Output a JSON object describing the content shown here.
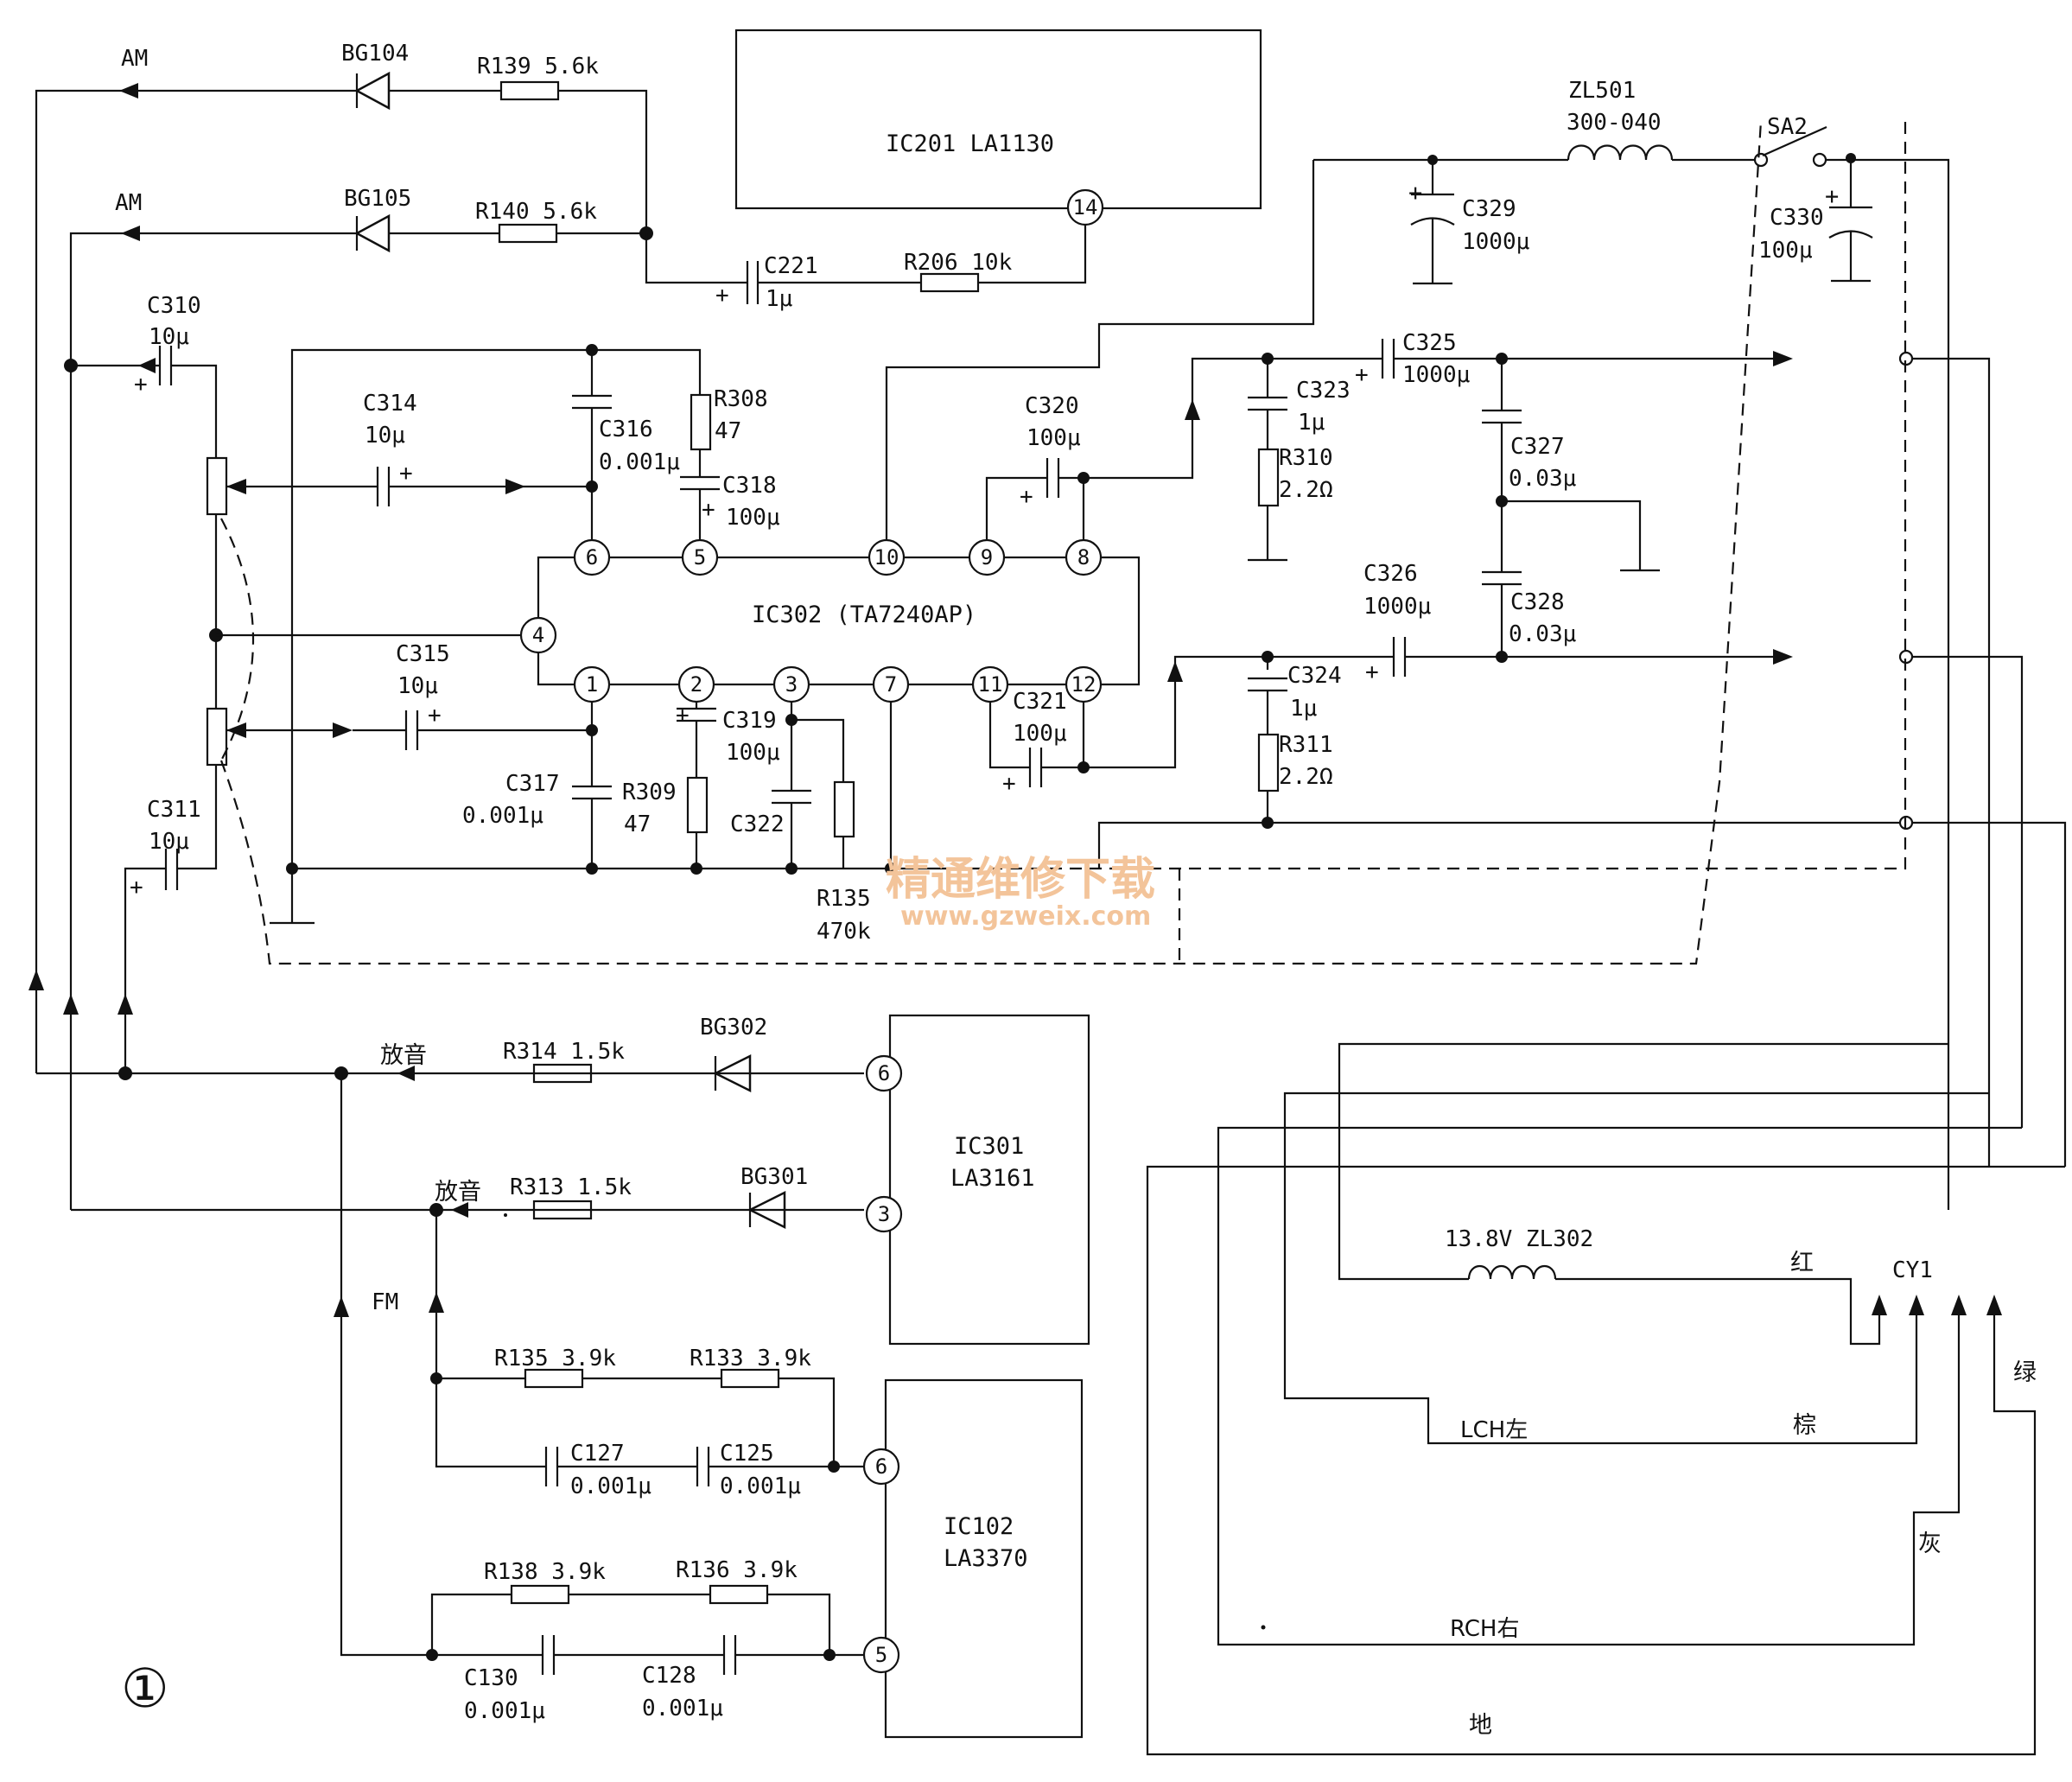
{
  "labels": {
    "am1": "AM",
    "am2": "AM",
    "bg104": "BG104",
    "bg105": "BG105",
    "r139": "R139  5.6k",
    "r140": "R140  5.6k",
    "ic201": "IC201  LA1130",
    "c221": "C221",
    "c221v": "1μ",
    "r206": "R206  10k",
    "zl501": "ZL501",
    "zl501v": "300-040",
    "sa2": "SA2",
    "c329": "C329",
    "c329v": "1000μ",
    "c330": "C330",
    "c330v": "100μ",
    "c310": "C310",
    "c310v": "10μ",
    "c314": "C314",
    "c314v": "10μ",
    "c316": "C316",
    "c316v": "0.001μ",
    "r308": "R308",
    "r308v": "47",
    "c318": "C318",
    "c318v": "100μ",
    "c320": "C320",
    "c320v": "100μ",
    "c323": "C323",
    "c323v": "1μ",
    "r310": "R310",
    "r310v": "2.2Ω",
    "c325": "C325",
    "c325v": "1000μ",
    "c327": "C327",
    "c327v": "0.03μ",
    "ic302": "IC302 (TA7240AP)",
    "c326": "C326",
    "c326v": "1000μ",
    "c328": "C328",
    "c328v": "0.03μ",
    "c315": "C315",
    "c315v": "10μ",
    "c319": "C319",
    "c319v": "100μ",
    "c321": "C321",
    "c321v": "100μ",
    "c324": "C324",
    "c324v": "1μ",
    "r311": "R311",
    "r311v": "2.2Ω",
    "c317": "C317",
    "c317v": "0.001μ",
    "r309": "R309",
    "r309v": "47",
    "c322": "C322",
    "r135b": "R135",
    "r135bv": "470k",
    "c311": "C311",
    "c311v": "10μ",
    "bg302": "BG302",
    "bg301": "BG301",
    "play1": "放音",
    "play2": "放音",
    "r314": "R314  1.5k",
    "r313": "R313  1.5k",
    "ic301a": "IC301",
    "ic301b": "LA3161",
    "fm": "FM",
    "r135": "R135  3.9k",
    "r133": "R133  3.9k",
    "c127": "C127",
    "c127v": "0.001μ",
    "c125": "C125",
    "c125v": "0.001μ",
    "ic102a": "IC102",
    "ic102b": "LA3370",
    "r138": "R138  3.9k",
    "r136": "R136  3.9k",
    "c130": "C130",
    "c130v": "0.001μ",
    "c128": "C128",
    "c128v": "0.001μ",
    "zl302": "13.8V  ZL302",
    "cy1": "CY1",
    "red": "红",
    "brown": "棕",
    "grey": "灰",
    "green": "绿",
    "lch": "LCH左",
    "rch": "RCH右",
    "gnd": "地",
    "fig": "①",
    "wm1": "精通维修下载",
    "wm2": "www.gzweix.com"
  },
  "pins": {
    "p14": "14",
    "u6": "6",
    "u5": "5",
    "u10": "10",
    "u9": "9",
    "u8": "8",
    "u4": "4",
    "l1": "1",
    "l2": "2",
    "l3": "3",
    "l7": "7",
    "l11": "11",
    "l12": "12",
    "a6": "6",
    "a3": "3",
    "b6": "6",
    "b5": "5"
  }
}
